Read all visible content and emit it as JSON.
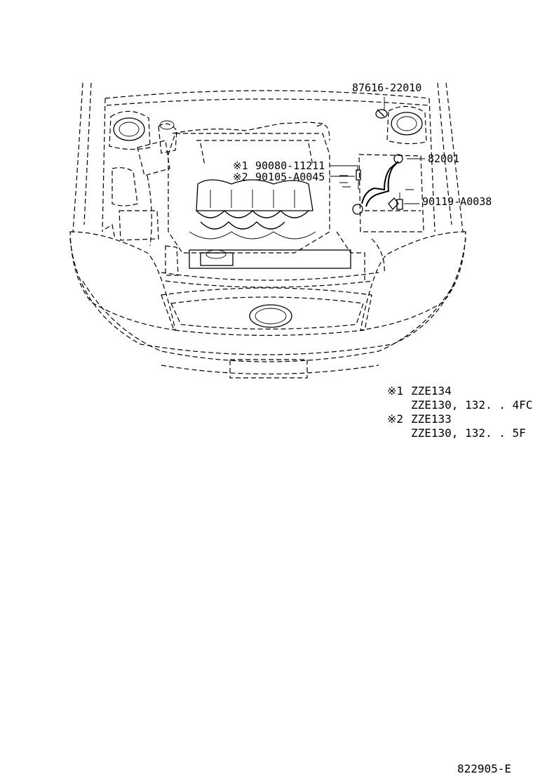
{
  "parts": [
    {
      "part_number": "87616-22010"
    },
    {
      "part_number": "82001"
    },
    {
      "marker": "※1",
      "part_number": "90080-11211"
    },
    {
      "marker": "※2",
      "part_number": "90105-A0045"
    },
    {
      "part_number": "90119-A0038"
    }
  ],
  "notes": [
    {
      "marker": "※1",
      "lines": [
        "ZZE134",
        "ZZE130, 132. . 4FC"
      ]
    },
    {
      "marker": "※2",
      "lines": [
        "ZZE133",
        "ZZE130, 132. . 5F"
      ]
    }
  ],
  "drawing_number": "822905-E"
}
